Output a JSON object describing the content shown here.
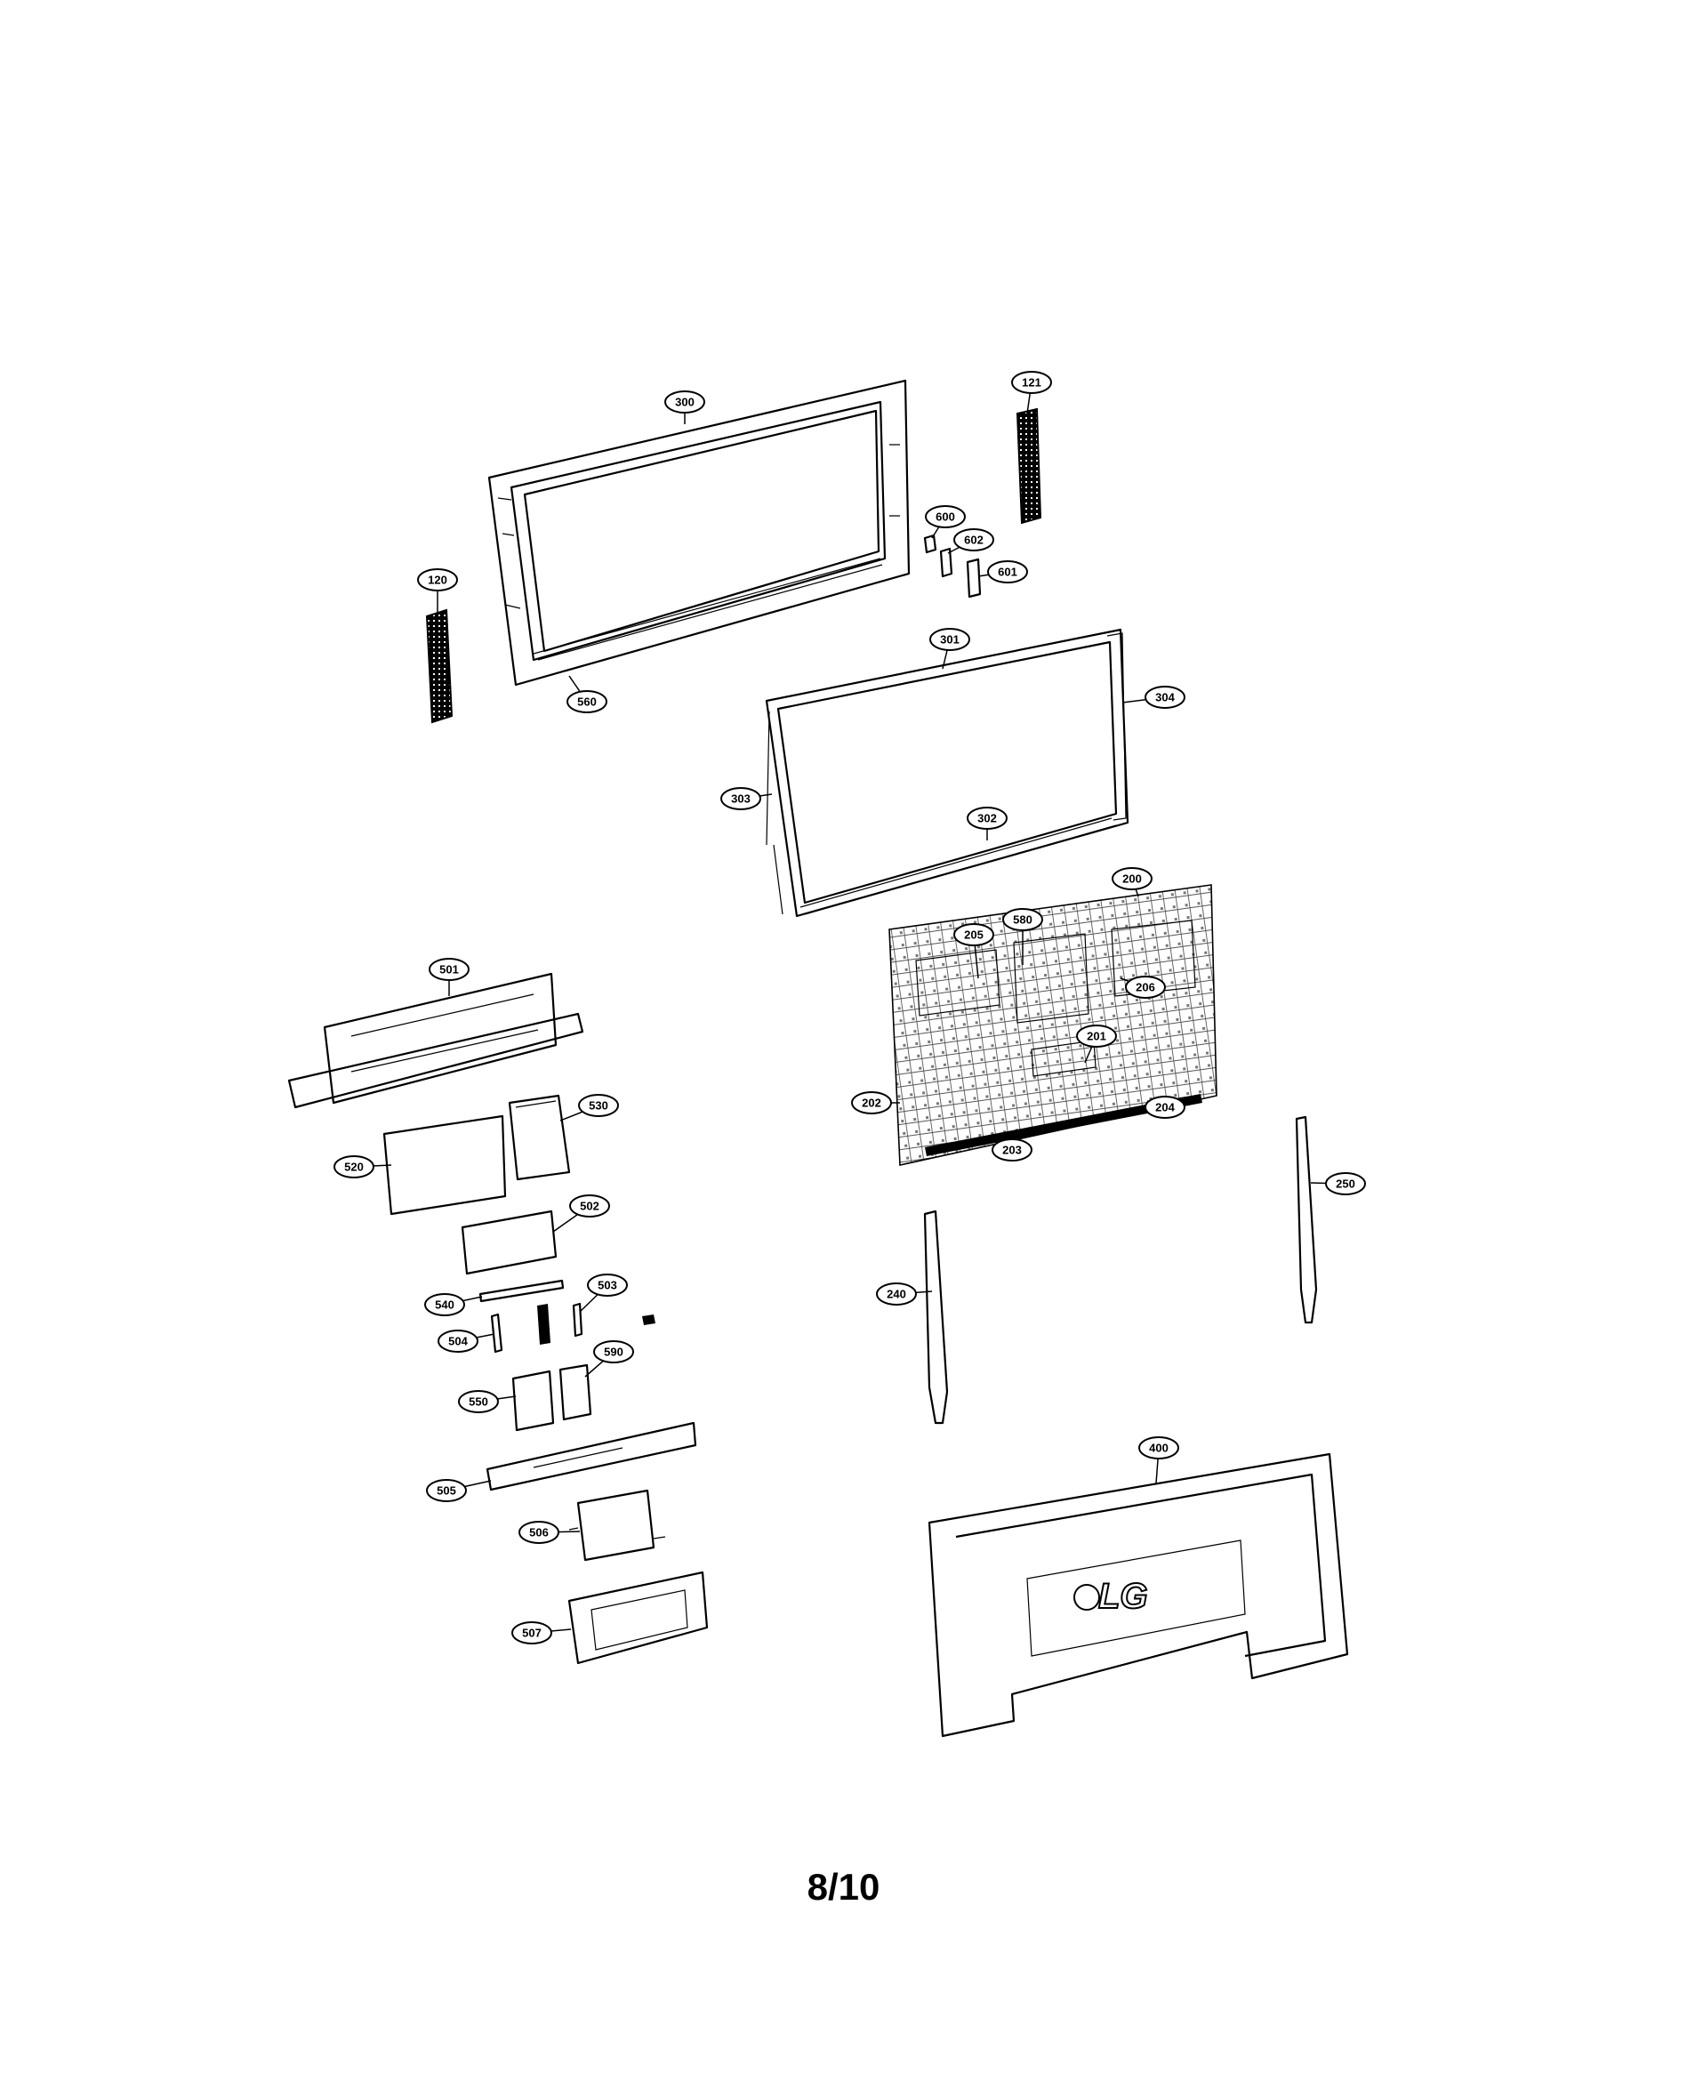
{
  "page_number": "8/10",
  "logo_text": "LG",
  "callouts": {
    "c120": "120",
    "c121": "121",
    "c200": "200",
    "c201": "201",
    "c202": "202",
    "c203": "203",
    "c204": "204",
    "c205": "205",
    "c206": "206",
    "c240": "240",
    "c250": "250",
    "c300": "300",
    "c301": "301",
    "c302": "302",
    "c303": "303",
    "c304": "304",
    "c400": "400",
    "c501": "501",
    "c502": "502",
    "c503": "503",
    "c504": "504",
    "c505": "505",
    "c506": "506",
    "c507": "507",
    "c520": "520",
    "c530": "530",
    "c540": "540",
    "c550": "550",
    "c560": "560",
    "c580": "580",
    "c590": "590",
    "c600": "600",
    "c601": "601",
    "c602": "602"
  }
}
